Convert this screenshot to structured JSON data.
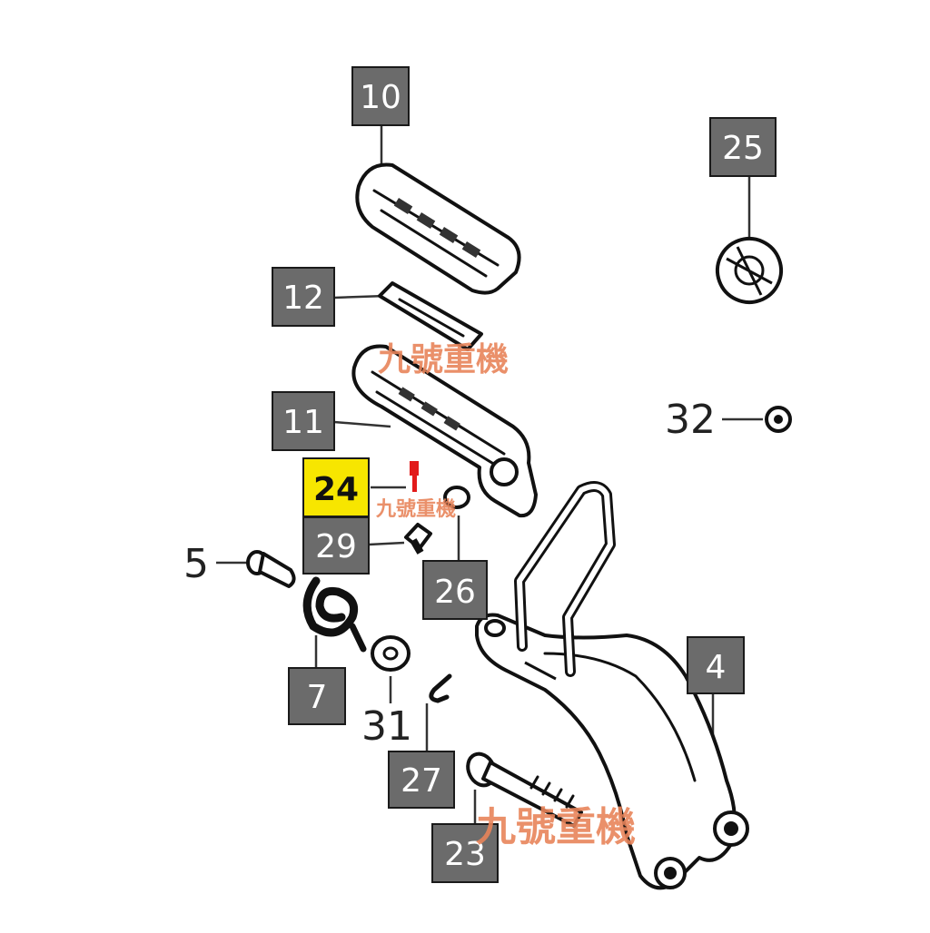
{
  "diagram": {
    "callouts_boxed": [
      {
        "id": "10",
        "text": "10",
        "highlight": false
      },
      {
        "id": "25",
        "text": "25",
        "highlight": false
      },
      {
        "id": "12",
        "text": "12",
        "highlight": false
      },
      {
        "id": "11",
        "text": "11",
        "highlight": false
      },
      {
        "id": "24",
        "text": "24",
        "highlight": true
      },
      {
        "id": "29",
        "text": "29",
        "highlight": false
      },
      {
        "id": "26",
        "text": "26",
        "highlight": false
      },
      {
        "id": "4",
        "text": "4",
        "highlight": false
      },
      {
        "id": "7",
        "text": "7",
        "highlight": false
      },
      {
        "id": "27",
        "text": "27",
        "highlight": false
      },
      {
        "id": "23",
        "text": "23",
        "highlight": false
      }
    ],
    "callouts_plain": [
      {
        "id": "32",
        "text": "32"
      },
      {
        "id": "5",
        "text": "5"
      },
      {
        "id": "31",
        "text": "31"
      }
    ],
    "watermark_text": "九號重機",
    "colors": {
      "box_fill": "#6b6b6b",
      "box_border": "#1a1a1a",
      "highlight_fill": "#f7e600",
      "highlighted_part": "#e21b1b",
      "watermark": "#e8845a"
    }
  }
}
